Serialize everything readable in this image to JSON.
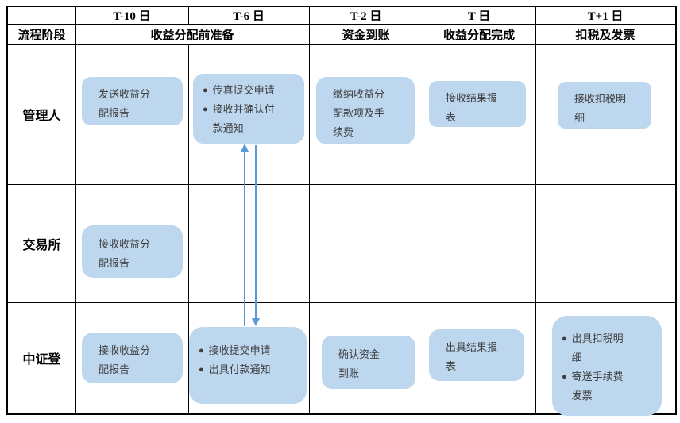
{
  "header": {
    "day_labels": [
      "T-10 日",
      "T-6 日",
      "T-2 日",
      "T 日",
      "T+1 日"
    ],
    "stage_label": "流程阶段",
    "stages": [
      "收益分配前准备",
      "资金到账",
      "收益分配完成",
      "扣税及发票"
    ]
  },
  "lanes": {
    "manager": "管理人",
    "exchange": "交易所",
    "csdc": "中证登"
  },
  "bullet_glyph": "●",
  "boxes": {
    "manager_t10": "发送收益分\n配报告",
    "manager_t6_items": [
      "传真提交申请",
      "接收并确认付\n款通知"
    ],
    "manager_t2": "缴纳收益分\n配款项及手\n续费",
    "manager_t": "接收结果报\n表",
    "manager_t1": "接收扣税明\n细",
    "exchange_t10": "接收收益分\n配报告",
    "csdc_t10": "接收收益分\n配报告",
    "csdc_t6_items": [
      "接收提交申请",
      "出具付款通知"
    ],
    "csdc_t2": "确认资金\n到账",
    "csdc_t": "出具结果报\n表",
    "csdc_t1_items": [
      "出具扣税明\n细",
      "寄送手续费\n发票"
    ]
  },
  "colors": {
    "box_fill": "#BDD7EE",
    "arrow_blue": "#5B9BD5",
    "grid_border": "#000000",
    "box_text": "#3f3f3f"
  }
}
